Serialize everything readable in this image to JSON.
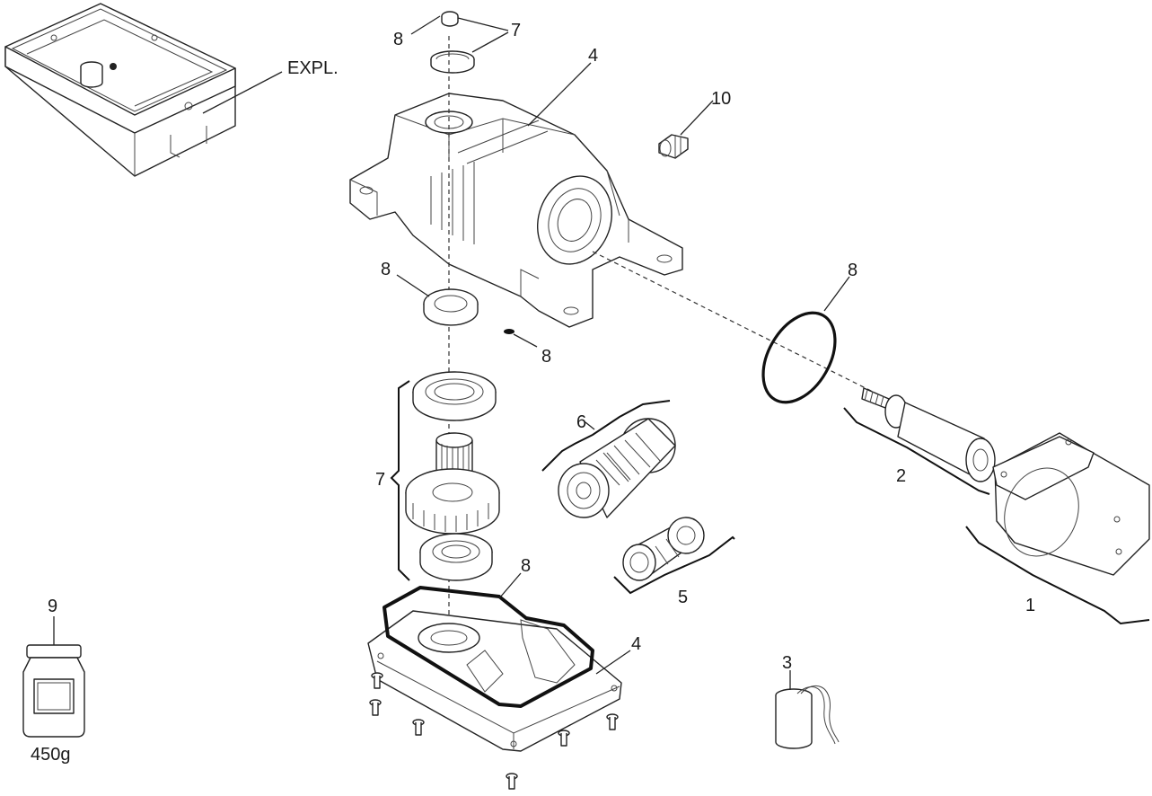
{
  "labels": {
    "expl": "EXPL.",
    "top_cap": "8",
    "circlip": "7",
    "housing_top": "4",
    "cable_gland": "10",
    "upper_seal": "8",
    "small_seal": "8",
    "oring": "8",
    "shaft_group": "7",
    "gear_group": "6",
    "rotor_group": "2",
    "pinion_group": "5",
    "motor": "1",
    "gasket": "8",
    "housing_bottom": "4",
    "capacitor": "3",
    "grease": "9",
    "grease_weight": "450g"
  },
  "colors": {
    "line": "#222222",
    "background": "#ffffff"
  }
}
